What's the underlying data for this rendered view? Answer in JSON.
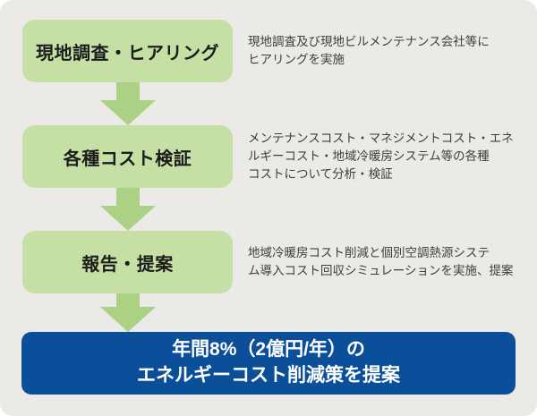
{
  "colors": {
    "background": "#ebeae7",
    "box_green": "#c5dfa4",
    "arrow_green": "#abd184",
    "accent_blue": "#0b4f9b",
    "title_text": "#1c1c1c",
    "desc_text": "#3e3e3e",
    "result_text": "#ffffff"
  },
  "steps": [
    {
      "title": "現地調査・ヒアリング",
      "description": "現地調査及び現地ビルメンテナンス会社等にヒアリングを実施",
      "description_lines": [
        "現地調査及び現地ビルメンテナンス会社等に",
        "ヒアリングを実施"
      ]
    },
    {
      "title": "各種コスト検証",
      "description": "メンテナンスコスト・マネジメントコスト・エネルギーコスト・地域冷暖房システム等の各種コストについて分析・検証",
      "description_lines": [
        "メンテナンスコスト・マネジメントコスト・エネ",
        "ルギーコスト・地域冷暖房システム等の各種",
        "コストについて分析・検証"
      ]
    },
    {
      "title": "報告・提案",
      "description": "地域冷暖房コスト削減と個別空調熱源システム導入コスト回収シミュレーションを実施、提案",
      "description_lines": [
        "地域冷暖房コスト削減と個別空調熱源システ",
        "ム導入コスト回収シミュレーションを実施、提案"
      ]
    }
  ],
  "result": {
    "text": "年間8%（2億円/年）のエネルギーコスト削減策を提案",
    "lines": [
      "年間8%（2億円/年）の",
      "エネルギーコスト削減策を提案"
    ]
  }
}
